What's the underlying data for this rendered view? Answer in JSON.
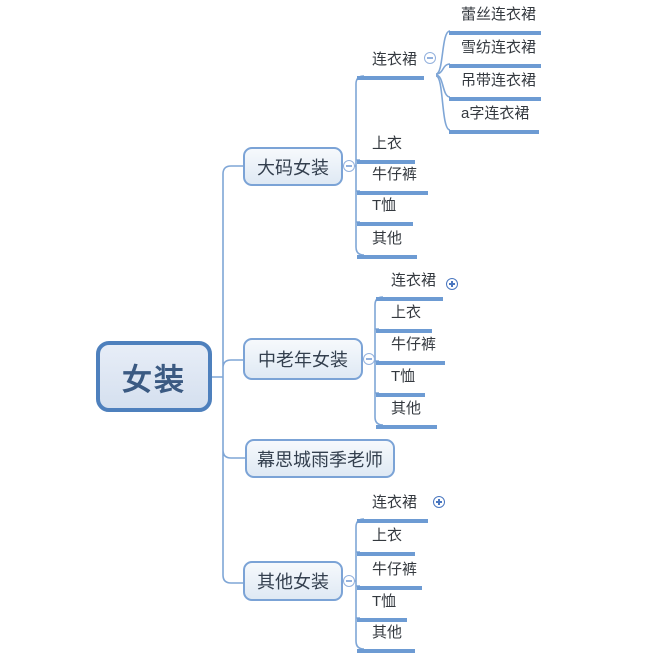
{
  "root": {
    "label": "女装"
  },
  "branches": [
    {
      "label": "大码女装",
      "collapse_control": "minus",
      "children": [
        {
          "label": "连衣裙",
          "collapse_control": "minus",
          "children": [
            {
              "label": "蕾丝连衣裙"
            },
            {
              "label": "雪纺连衣裙"
            },
            {
              "label": "吊带连衣裙"
            },
            {
              "label": "a字连衣裙"
            }
          ]
        },
        {
          "label": "上衣"
        },
        {
          "label": "牛仔裤"
        },
        {
          "label": "T恤"
        },
        {
          "label": "其他"
        }
      ]
    },
    {
      "label": "中老年女装",
      "collapse_control": "minus",
      "children": [
        {
          "label": "连衣裙",
          "collapse_control": "plus"
        },
        {
          "label": "上衣"
        },
        {
          "label": "牛仔裤"
        },
        {
          "label": "T恤"
        },
        {
          "label": "其他"
        }
      ]
    },
    {
      "label": "幕思城雨季老师"
    },
    {
      "label": "其他女装",
      "collapse_control": "minus",
      "children": [
        {
          "label": "连衣裙",
          "collapse_control": "plus"
        },
        {
          "label": "上衣"
        },
        {
          "label": "牛仔裤"
        },
        {
          "label": "T恤"
        },
        {
          "label": "其他"
        }
      ]
    }
  ],
  "colors": {
    "root_border": "#4e80bd",
    "root_fill": "#d9e2f0",
    "root_text": "#3b5a82",
    "branch_border": "#7ba3d6",
    "branch_fill": "#e7eef6",
    "branch_text": "#333f4e",
    "leaf_underline": "#6d9bd3",
    "leaf_text": "#34393f",
    "connector_line": "#7fa6d6",
    "control_light": "#93b1dd",
    "control_dark": "#4a77c0",
    "background": "#ffffff"
  }
}
